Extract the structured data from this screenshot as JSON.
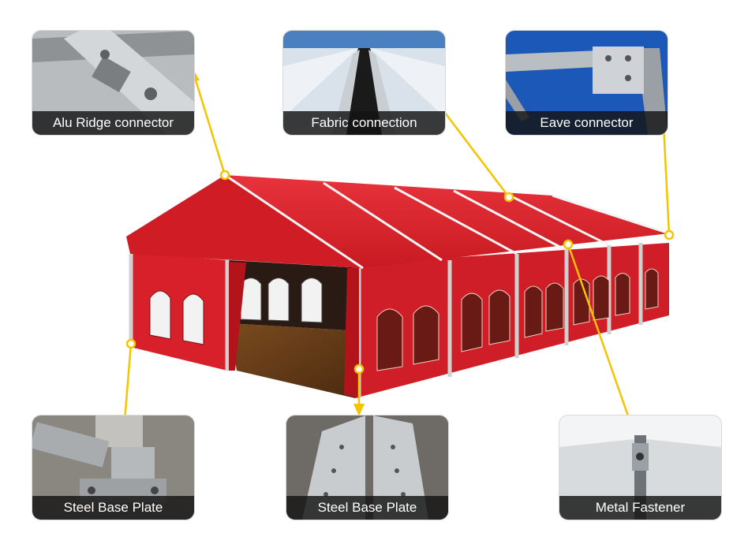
{
  "callouts": {
    "alu_ridge": {
      "label": "Alu Ridge connector"
    },
    "fabric": {
      "label": "Fabric connection"
    },
    "eave": {
      "label": "Eave connector"
    },
    "base_plate_left": {
      "label": "Steel Base Plate"
    },
    "base_plate_center": {
      "label": "Steel Base Plate"
    },
    "fastener": {
      "label": "Metal Fastener"
    }
  },
  "colors": {
    "accent_line": "#f5c400",
    "tent_red": "#d8202a",
    "tent_red_dark": "#a9141c",
    "caption_bg": "#141414"
  }
}
